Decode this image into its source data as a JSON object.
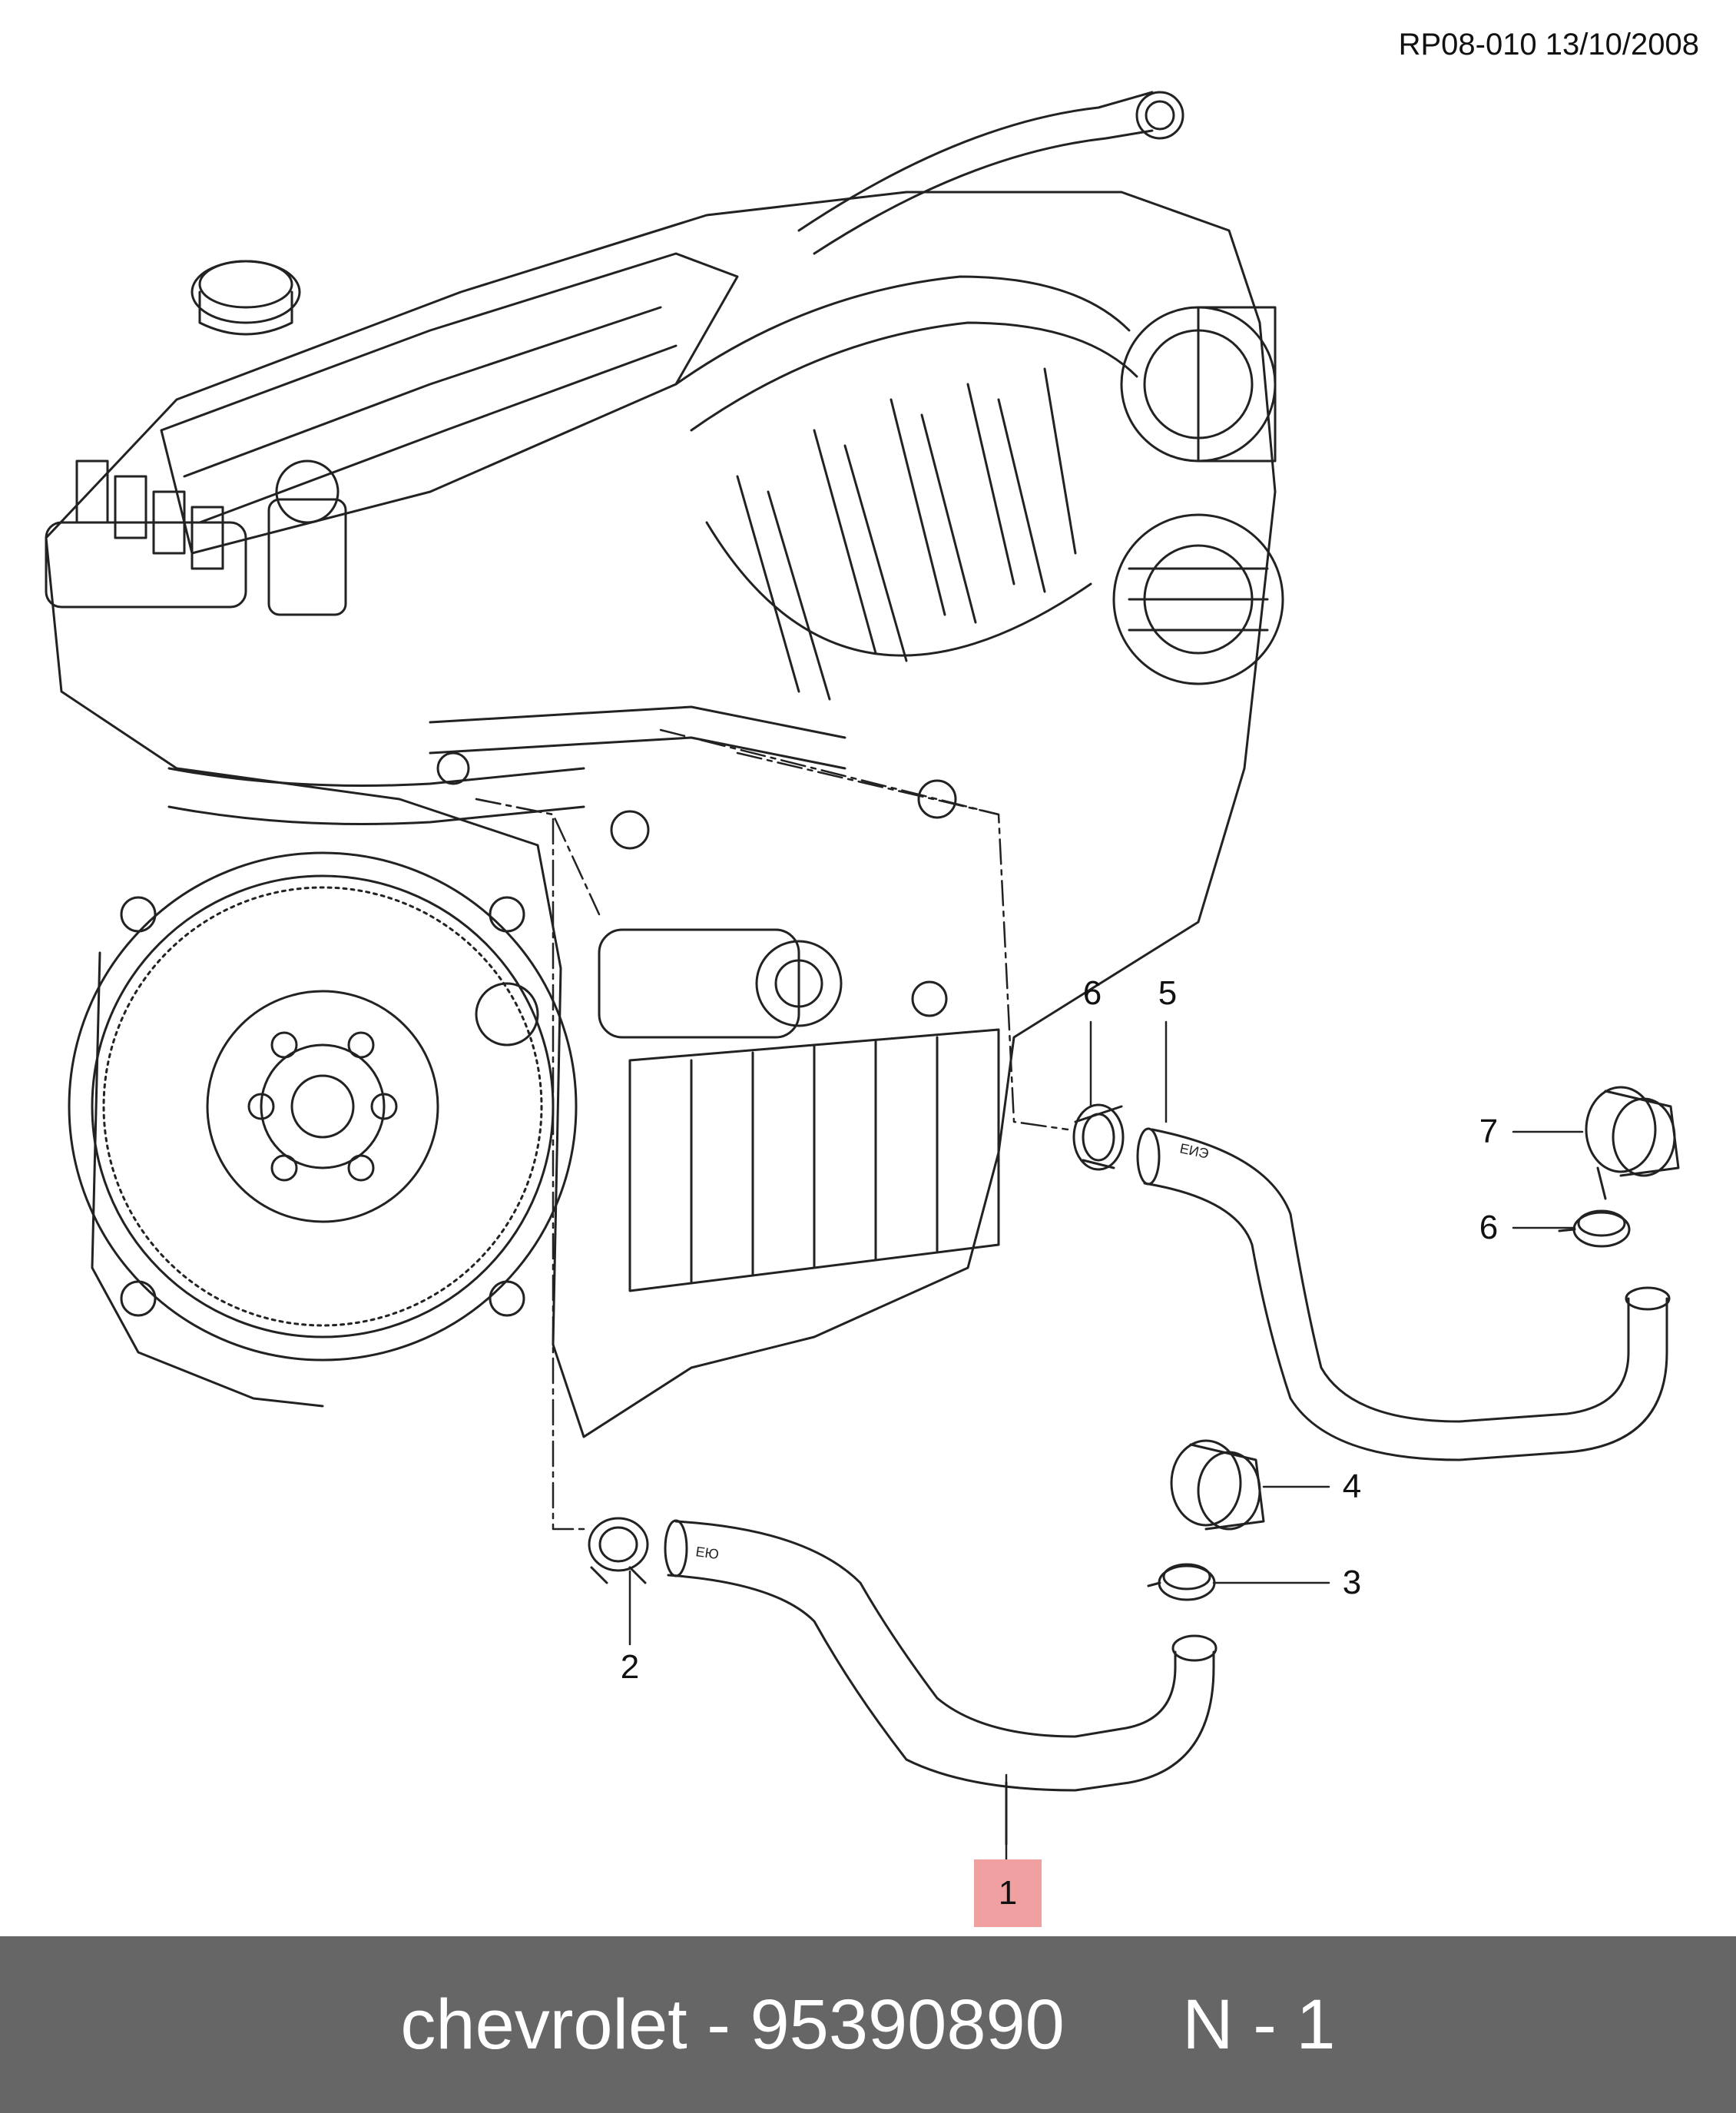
{
  "header": {
    "reference": "RP08-010 13/10/2008"
  },
  "callouts": {
    "c1": "1",
    "c2": "2",
    "c3": "3",
    "c4": "4",
    "c5": "5",
    "c6a": "6",
    "c6b": "6",
    "c7": "7"
  },
  "hose_markings": {
    "upper_hose": "ЕИЭ",
    "lower_hose": "ЕЮ"
  },
  "footer": {
    "brand": "chevrolet",
    "separator": "-",
    "part_number": "95390890",
    "qty_label": "N - 1"
  },
  "colors": {
    "highlight": "#f0a0a0",
    "footer_bg": "#666666",
    "footer_text": "#ffffff",
    "line": "#222222"
  }
}
